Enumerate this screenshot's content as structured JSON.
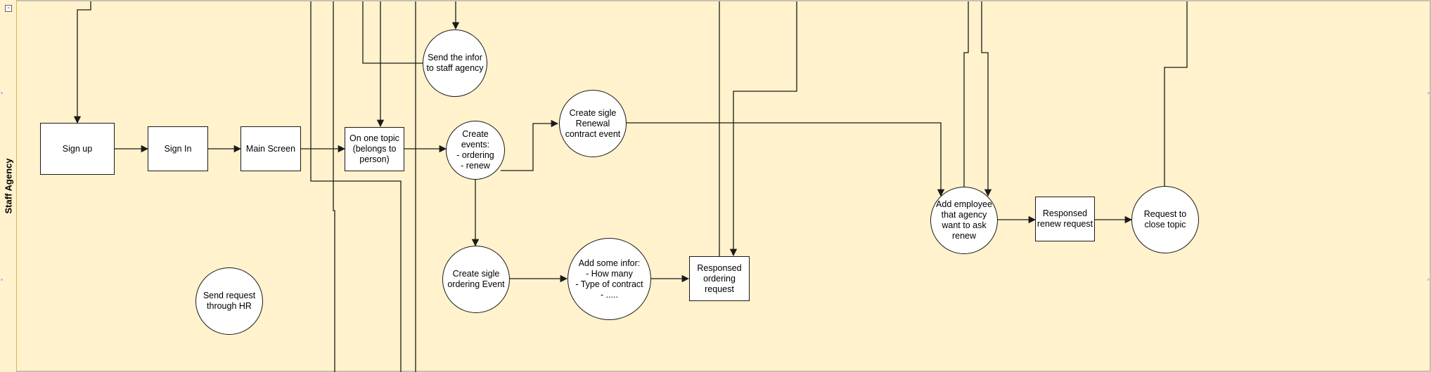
{
  "lane": {
    "title": "Staff Agency",
    "collapse_glyph": "-"
  },
  "nodes": {
    "sign_up": "Sign up",
    "sign_in": "Sign In",
    "main_screen": "Main Screen",
    "one_topic": "On one topic\n(belongs to\nperson)",
    "send_infor": "Send the infor\nto staff agency",
    "create_events": "Create\nevents:\n- ordering\n- renew",
    "renewal_event": "Create sigle\nRenewal\ncontract event",
    "ordering_event": "Create sigle\nordering Event",
    "add_infor": "Add some infor:\n- How many\n- Type of contract\n- .....",
    "responsed_ordering": "Responsed\nordering\nrequest",
    "send_request_hr": "Send request\nthrough HR",
    "add_employee": "Add employee\nthat agency\nwant to ask\nrenew",
    "responsed_renew": "Responsed\nrenew request",
    "close_topic": "Request to\nclose topic"
  },
  "colors": {
    "lane_fill": "#fff2cc",
    "lane_border": "#d6b656",
    "node_fill": "#ffffff",
    "stroke": "#1a1a1a"
  }
}
